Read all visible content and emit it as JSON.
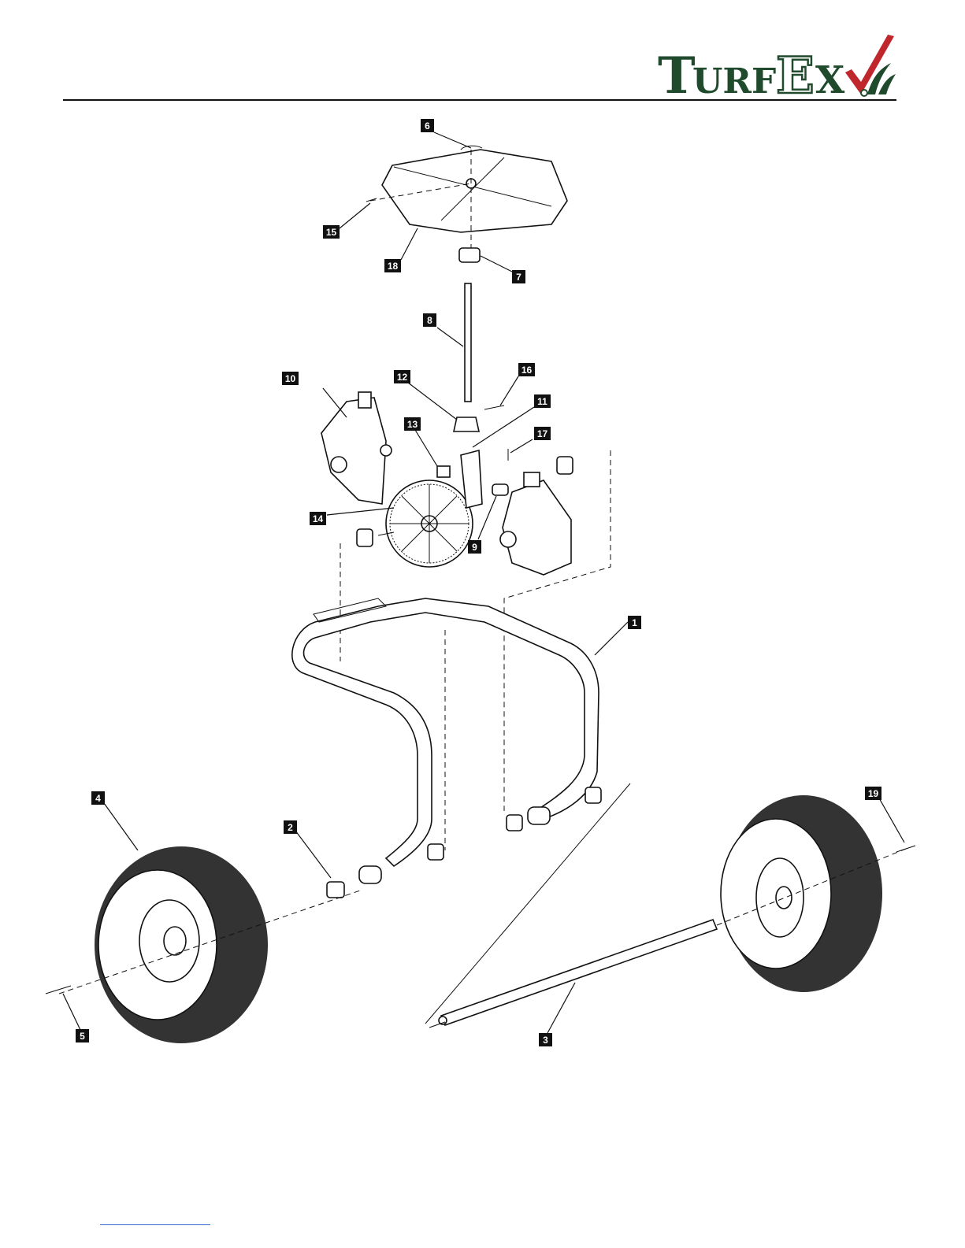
{
  "brand": {
    "name_prefix": "T",
    "name_mid": "URF",
    "name_e": "E",
    "name_x": "X",
    "color_green": "#1f4a2c",
    "color_red": "#c0272d",
    "icon": "checkmark-grass-logo-icon"
  },
  "callouts": [
    {
      "id": "callout-1",
      "label": "1"
    },
    {
      "id": "callout-2",
      "label": "2"
    },
    {
      "id": "callout-3",
      "label": "3"
    },
    {
      "id": "callout-4",
      "label": "4"
    },
    {
      "id": "callout-5",
      "label": "5"
    },
    {
      "id": "callout-6",
      "label": "6"
    },
    {
      "id": "callout-7",
      "label": "7"
    },
    {
      "id": "callout-8",
      "label": "8"
    },
    {
      "id": "callout-9",
      "label": "9"
    },
    {
      "id": "callout-10",
      "label": "10"
    },
    {
      "id": "callout-11",
      "label": "11"
    },
    {
      "id": "callout-12",
      "label": "12"
    },
    {
      "id": "callout-13",
      "label": "13"
    },
    {
      "id": "callout-14",
      "label": "14"
    },
    {
      "id": "callout-15",
      "label": "15"
    },
    {
      "id": "callout-16",
      "label": "16"
    },
    {
      "id": "callout-17",
      "label": "17"
    },
    {
      "id": "callout-18",
      "label": "18"
    },
    {
      "id": "callout-19",
      "label": "19"
    }
  ]
}
